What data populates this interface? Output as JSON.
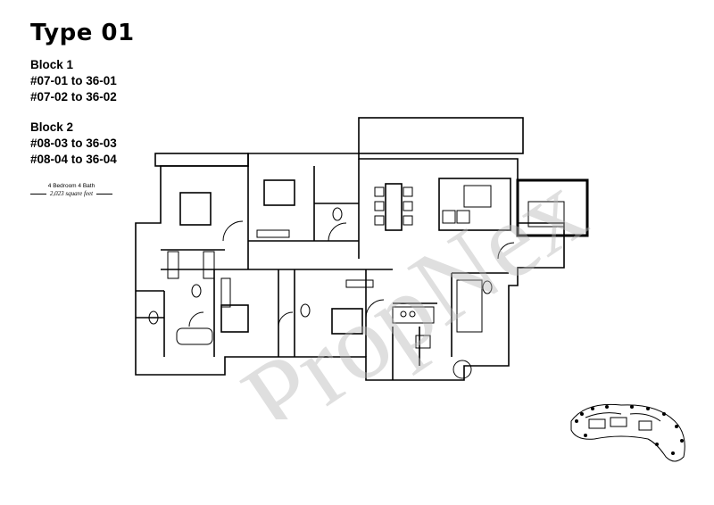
{
  "unit_type": "Type 01",
  "blocks": [
    {
      "name": "Block 1",
      "units": [
        "#07-01 to 36-01",
        "#07-02 to 36-02"
      ]
    },
    {
      "name": "Block 2",
      "units": [
        "#08-03 to 36-03",
        "#08-04 to 36-04"
      ]
    }
  ],
  "unit_spec": {
    "rooms": "4 Bedroom 4 Bath",
    "area": "2,023 square feet"
  },
  "watermark": "PropNex",
  "colors": {
    "ink": "#000000",
    "watermark": "#cfcfcf",
    "background": "#ffffff"
  }
}
